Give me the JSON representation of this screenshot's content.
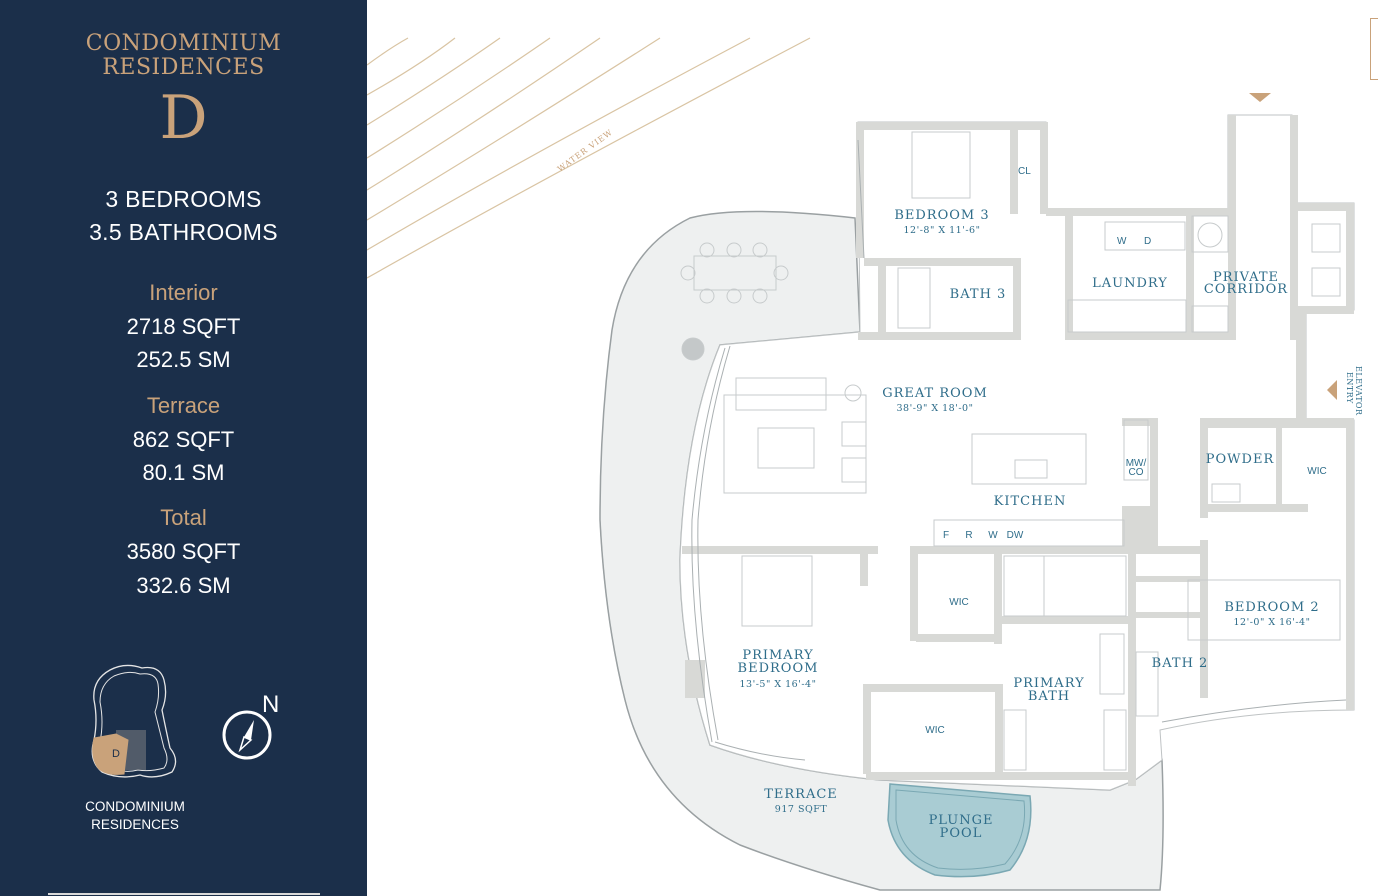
{
  "brand": {
    "line1": "CONDOMINIUM",
    "line2": "RESIDENCES",
    "unit_letter": "D"
  },
  "unit": {
    "bedrooms": "3 BEDROOMS",
    "bathrooms": "3.5 BATHROOMS"
  },
  "areas": [
    {
      "label": "Interior",
      "sqft": "2718 SQFT",
      "sm": "252.5 SM"
    },
    {
      "label": "Terrace",
      "sqft": "862 SQFT",
      "sm": "80.1 SM"
    },
    {
      "label": "Total",
      "sqft": "3580 SQFT",
      "sm": "332.6 SM"
    }
  ],
  "keyplan": {
    "marker": "D",
    "caption_line1": "CONDOMINIUM",
    "caption_line2": "RESIDENCES"
  },
  "compass": {
    "north": "N"
  },
  "plan": {
    "water_view": "WATER VIEW",
    "elevator_entry_line1": "ELEVATOR",
    "elevator_entry_line2": "ENTRY",
    "rooms": {
      "bedroom3": {
        "name": "BEDROOM 3",
        "dims": "12'-8\" X 11'-6\""
      },
      "bath3": {
        "name": "BATH 3"
      },
      "closet": {
        "name": "CL"
      },
      "laundry": {
        "name": "LAUNDRY"
      },
      "washer": "W",
      "dryer": "D",
      "private_corridor_line1": "PRIVATE",
      "private_corridor_line2": "CORRIDOR",
      "great_room": {
        "name": "GREAT ROOM",
        "dims": "38'-9\" X 18'-0\""
      },
      "kitchen": {
        "name": "KITCHEN"
      },
      "mwco_line1": "MW/",
      "mwco_line2": "CO",
      "appliances": [
        "F",
        "R",
        "W",
        "DW"
      ],
      "powder": {
        "name": "POWDER"
      },
      "wic": "WIC",
      "bedroom2": {
        "name": "BEDROOM 2",
        "dims": "12'-0\" X 16'-4\""
      },
      "bath2": {
        "name": "BATH 2"
      },
      "primary_bedroom": {
        "name_line1": "PRIMARY",
        "name_line2": "BEDROOM",
        "dims": "13'-5\" X 16'-4\""
      },
      "primary_bath": {
        "name_line1": "PRIMARY",
        "name_line2": "BATH"
      },
      "terrace": {
        "name": "TERRACE",
        "area": "917 SQFT"
      },
      "plunge_pool": {
        "line1": "PLUNGE",
        "line2": "POOL"
      }
    }
  }
}
